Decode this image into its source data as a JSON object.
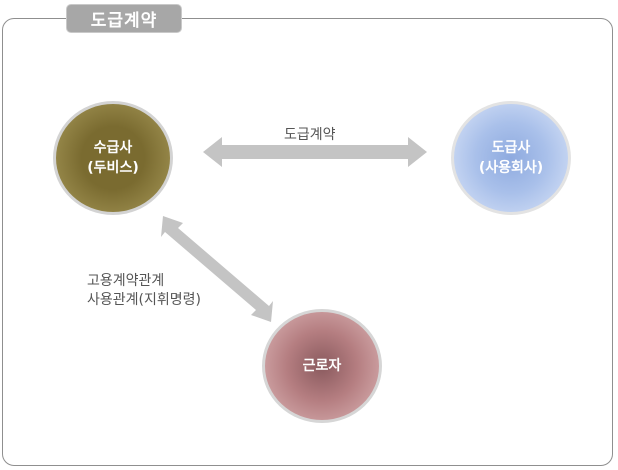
{
  "tab_title": "도급계약",
  "nodes": {
    "supplier": {
      "line1": "수급사",
      "line2": "(두비스)"
    },
    "contractor": {
      "line1": "도급사",
      "line2": "(사용회사)"
    },
    "worker": {
      "line1": "근로자"
    }
  },
  "edges": {
    "contract_label": "도급계약",
    "employment_label_1": "고용계약관계",
    "employment_label_2": "사용관계(지휘명령)"
  },
  "colors": {
    "arrow": "#c4c4c4",
    "supplier": "#7a6b30",
    "contractor": "#a9c0ea",
    "worker": "#b57e81"
  }
}
